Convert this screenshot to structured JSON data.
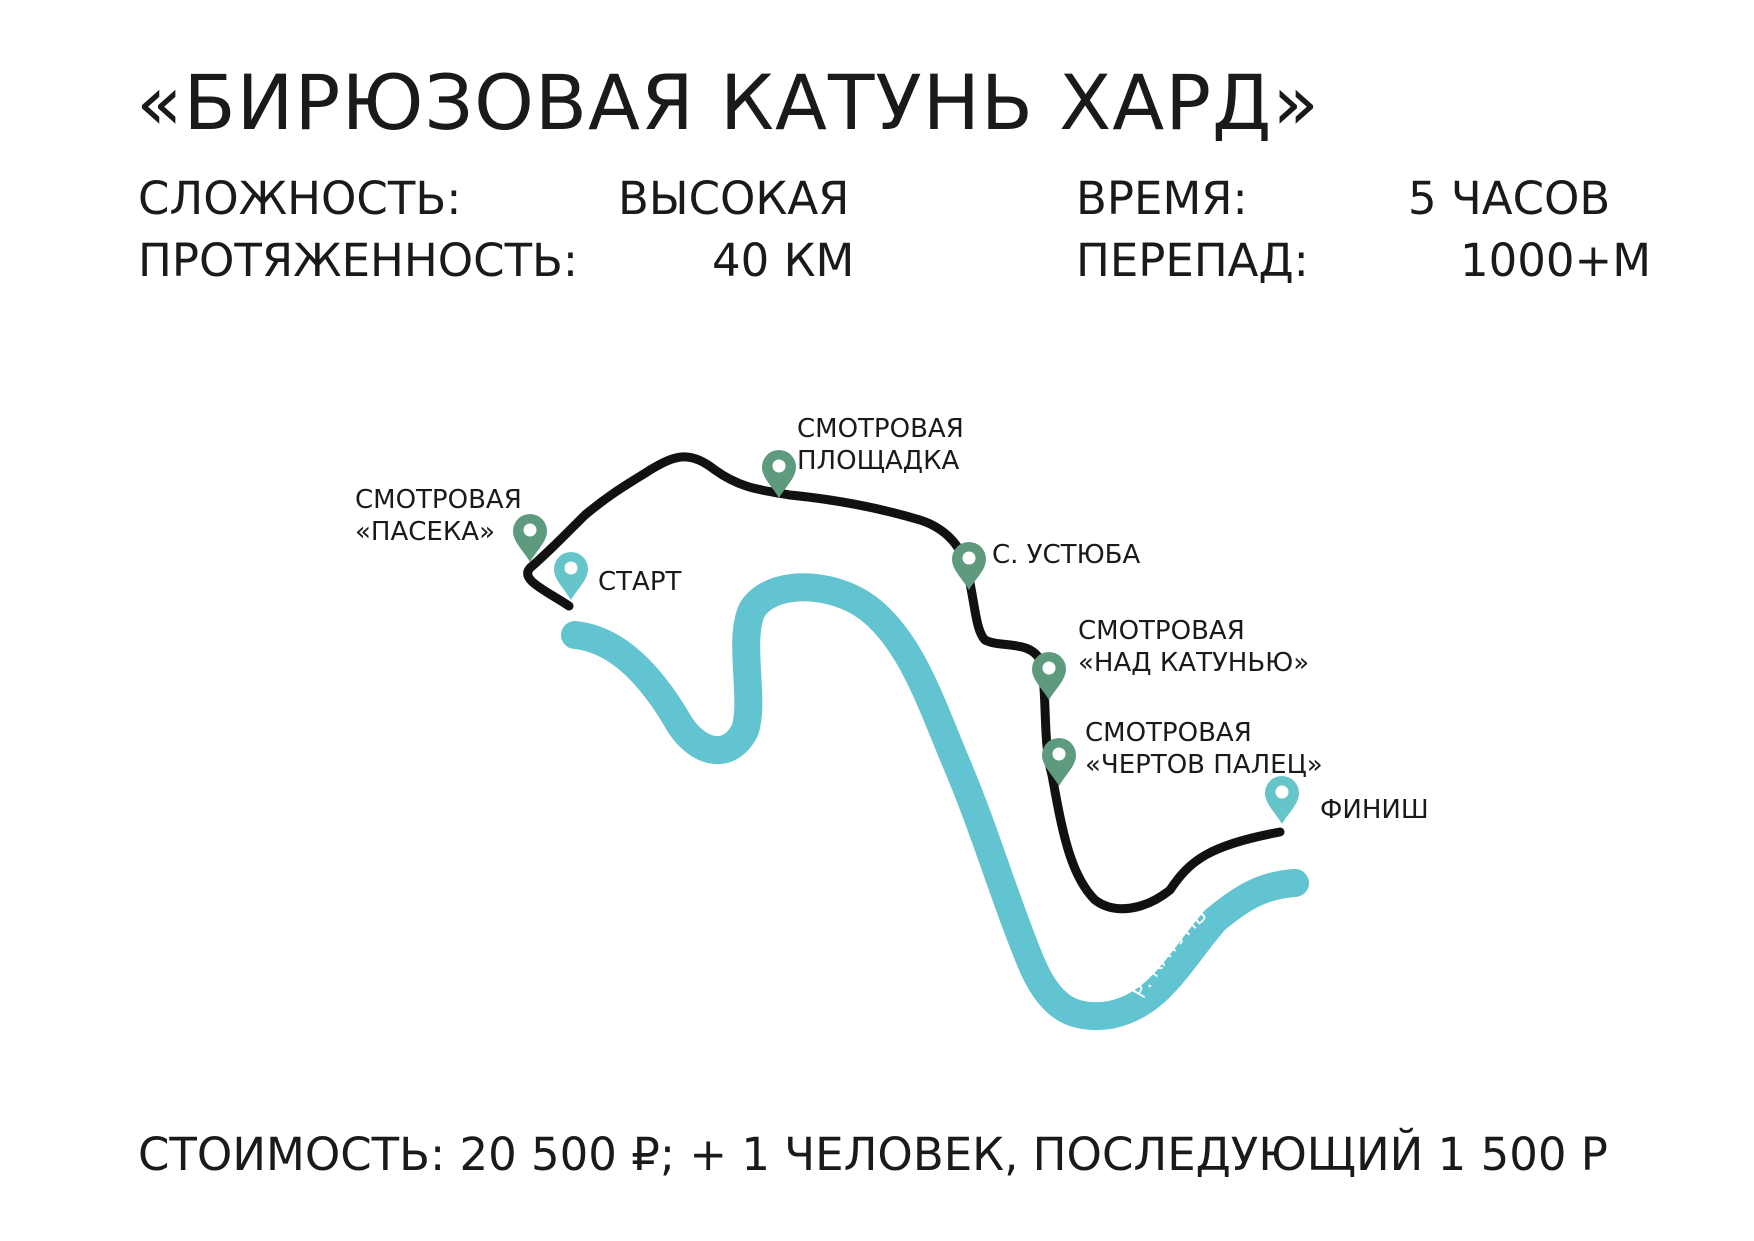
{
  "title": "«БИРЮЗОВАЯ КАТУНЬ ХАРД»",
  "stats": {
    "difficulty_label": "СЛОЖНОСТЬ:",
    "difficulty_value": "ВЫСОКАЯ",
    "distance_label": "ПРОТЯЖЕННОСТЬ:",
    "distance_value": "40 КМ",
    "time_label": "ВРЕМЯ:",
    "time_value": "5 ЧАСОВ",
    "elevation_label": "ПЕРЕПАД:",
    "elevation_value": "1000+М"
  },
  "map": {
    "river_label": "Р. КАТУНЬ",
    "route_color": "#111111",
    "river_color": "#62c4d1",
    "viewpoint_marker_color": "#5e9b7e",
    "endpoint_marker_color": "#66c5c9",
    "waypoints": [
      {
        "lines": [
          "СМОТРОВАЯ",
          "«ПАСЕКА»"
        ],
        "kind": "viewpoint"
      },
      {
        "lines": [
          "СТАРТ"
        ],
        "kind": "endpoint"
      },
      {
        "lines": [
          "СМОТРОВАЯ",
          "ПЛОЩАДКА"
        ],
        "kind": "viewpoint"
      },
      {
        "lines": [
          "С. УСТЮБА"
        ],
        "kind": "viewpoint"
      },
      {
        "lines": [
          "СМОТРОВАЯ",
          "«НАД КАТУНЬЮ»"
        ],
        "kind": "viewpoint"
      },
      {
        "lines": [
          "СМОТРОВАЯ",
          "«ЧЕРТОВ ПАЛЕЦ»"
        ],
        "kind": "viewpoint"
      },
      {
        "lines": [
          "ФИНИШ"
        ],
        "kind": "endpoint"
      }
    ]
  },
  "footer": "СТОИМОСТЬ: 20 500 ₽; + 1 ЧЕЛОВЕК, ПОСЛЕДУЮЩИЙ 1 500 Р"
}
